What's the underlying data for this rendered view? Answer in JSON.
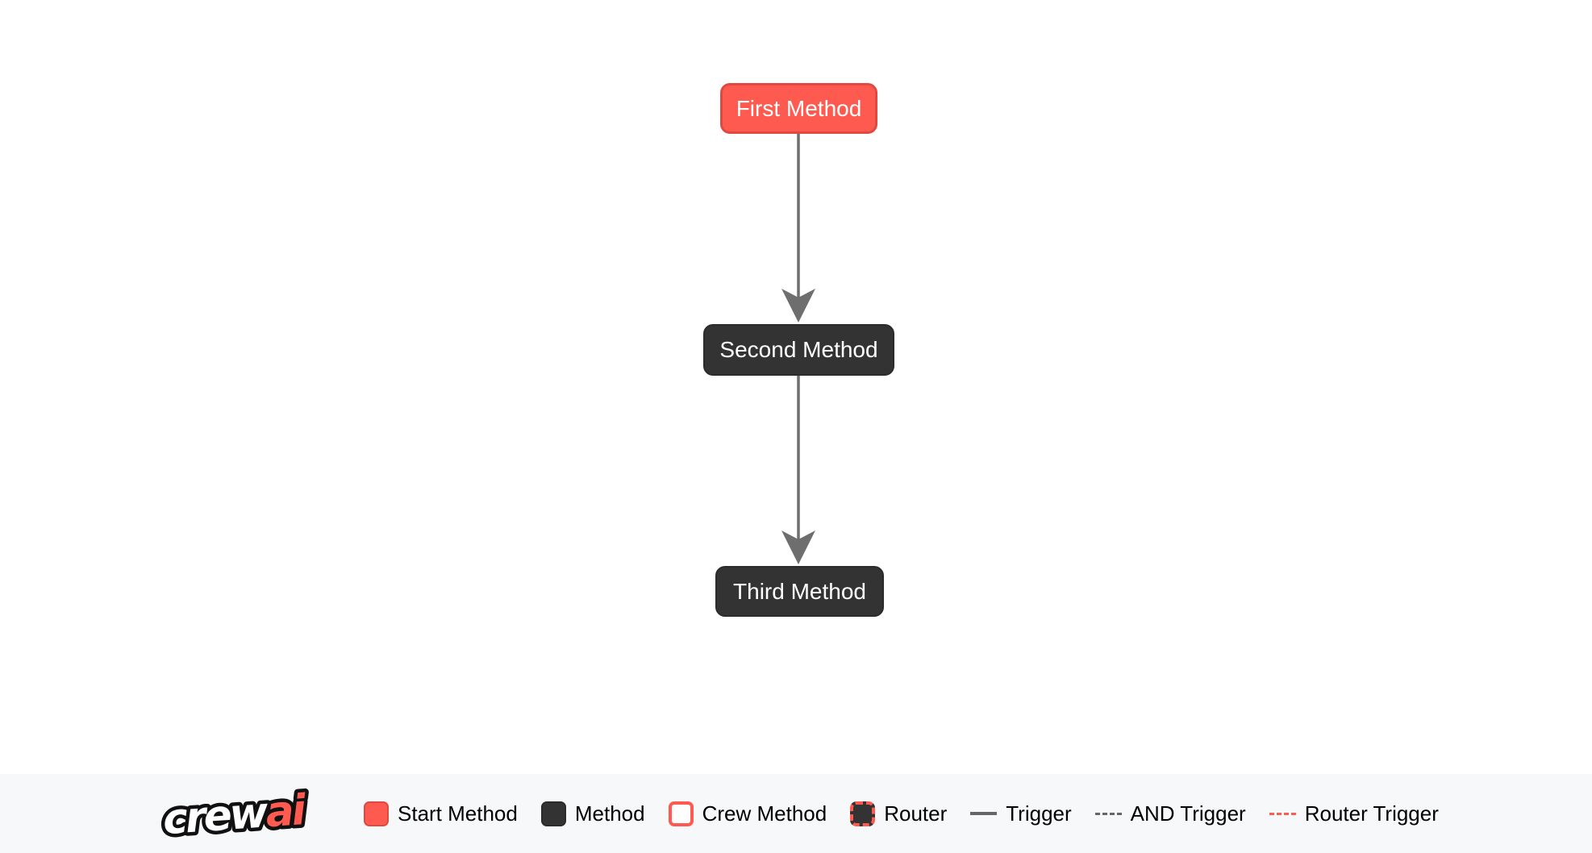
{
  "colors": {
    "brand_red": "#FF5A50",
    "brand_red_border": "#E0493F",
    "dark": "#333333",
    "dark_border": "#2B2B2B",
    "edge_gray": "#6E6E6E",
    "legend_line_gray": "#666666",
    "legend_bg": "#F7F8FA",
    "canvas_bg": "#FFFFFF",
    "text_light": "#FFFFFF",
    "text_dark": "#000000"
  },
  "flow": {
    "nodes": [
      {
        "label": "First Method",
        "type": "start-method"
      },
      {
        "label": "Second Method",
        "type": "method"
      },
      {
        "label": "Third Method",
        "type": "method"
      }
    ],
    "edges": [
      {
        "from": "First Method",
        "to": "Second Method",
        "type": "trigger"
      },
      {
        "from": "Second Method",
        "to": "Third Method",
        "type": "trigger"
      }
    ]
  },
  "logo": {
    "part1": "crew",
    "part2": "ai"
  },
  "legend": {
    "items": [
      {
        "label": "Start Method",
        "swatch": "start-square"
      },
      {
        "label": "Method",
        "swatch": "method-square"
      },
      {
        "label": "Crew Method",
        "swatch": "crew-square"
      },
      {
        "label": "Router",
        "swatch": "router-square"
      },
      {
        "label": "Trigger",
        "swatch": "solid-gray-line"
      },
      {
        "label": "AND Trigger",
        "swatch": "dashed-gray-line"
      },
      {
        "label": "Router Trigger",
        "swatch": "dashed-red-line"
      }
    ]
  }
}
